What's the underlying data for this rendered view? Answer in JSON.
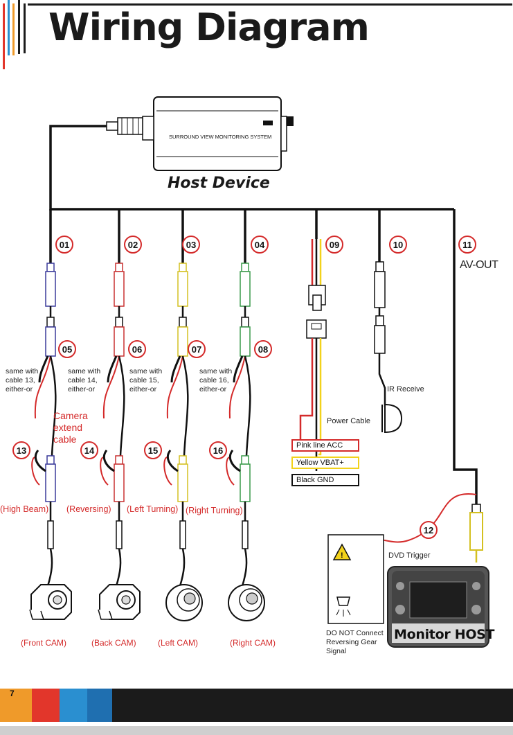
{
  "title": "Wiring Diagram",
  "host": {
    "label": "Host Device",
    "system_text": "SURROUND VIEW MONITORING SYSTEM"
  },
  "numbers": [
    "01",
    "02",
    "03",
    "04",
    "05",
    "06",
    "07",
    "08",
    "09",
    "10",
    "11",
    "12",
    "13",
    "14",
    "15",
    "16"
  ],
  "av_out": "AV-OUT",
  "notes": {
    "same1": [
      "same with",
      "cable 13,",
      "either-or"
    ],
    "same2": [
      "same with",
      "cable 14,",
      "either-or"
    ],
    "same3": [
      "same with",
      "cable 15,",
      "either-or"
    ],
    "same4": [
      "same with",
      "cable 16,",
      "either-or"
    ],
    "camera_extend": [
      "Camera",
      "extend",
      "cable"
    ],
    "ir_receive": "IR Receive",
    "power_cable": "Power Cable",
    "dvd_trigger": "DVD Trigger",
    "do_not": [
      "DO NOT Connect",
      "Reversing Gear",
      "Signal"
    ]
  },
  "power_boxes": [
    {
      "label": "Pink line ACC",
      "color": "#d42a2a"
    },
    {
      "label": "Yellow VBAT+",
      "color": "#f2d21b"
    },
    {
      "label": "Black GND",
      "color": "#111111"
    }
  ],
  "functions": [
    "(High Beam)",
    "(Reversing)",
    "(Left Turning)",
    "(Right Turning)"
  ],
  "cameras": [
    "(Front CAM)",
    "(Back CAM)",
    "(Left CAM)",
    "(Right CAM)"
  ],
  "monitor": "Monitor  HOST",
  "page_number": "7",
  "colors": {
    "wire_red": "#d42a2a",
    "wire_yellow": "#f2d21b",
    "wire_black": "#111111",
    "conn_blue": "#3a3a9a",
    "conn_red": "#c83030",
    "conn_yellow": "#d4c020",
    "conn_green": "#3a9a4a",
    "bar_orange": "#ef9a2a",
    "bar_red": "#e2362b",
    "bar_blue": "#2a8fd0",
    "bar_dark": "#1b1b1b"
  }
}
